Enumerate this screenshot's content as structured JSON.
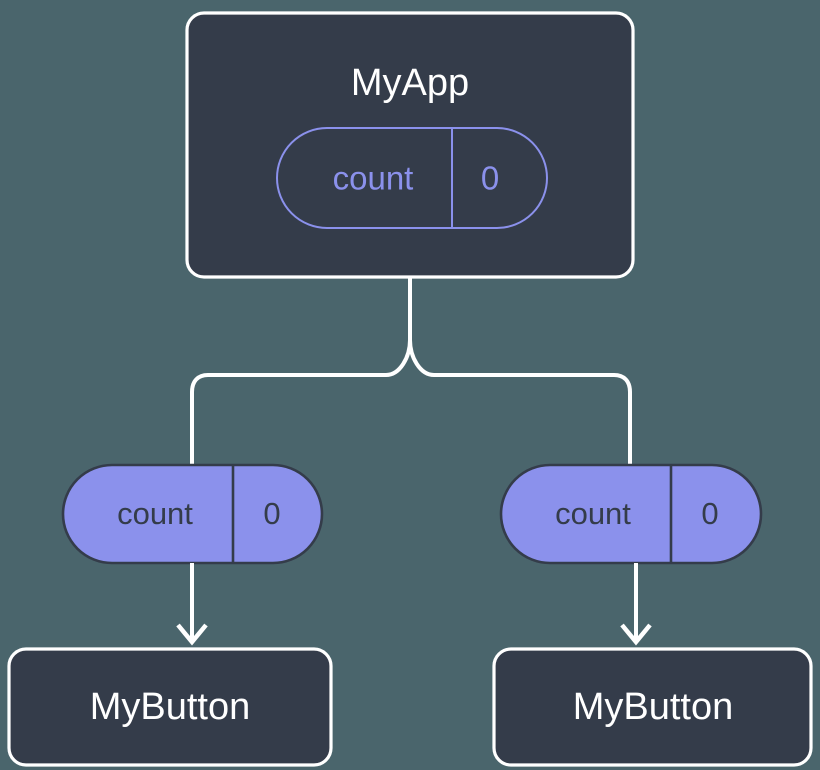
{
  "diagram": {
    "title": "MyApp state propagation tree",
    "background_color": "#4a656c",
    "box_fill_color": "#343c4a",
    "box_border_color": "#ffffff",
    "accent_color": "#8b91ec",
    "connector_color": "#ffffff"
  },
  "root": {
    "name": "root-component",
    "label": "MyApp",
    "state": {
      "key": "count",
      "value": "0"
    }
  },
  "branches": [
    {
      "name": "left-branch",
      "prop": {
        "key": "count",
        "value": "0"
      },
      "child": {
        "name": "child-component-left",
        "label": "MyButton"
      }
    },
    {
      "name": "right-branch",
      "prop": {
        "key": "count",
        "value": "0"
      },
      "child": {
        "name": "child-component-right",
        "label": "MyButton"
      }
    }
  ]
}
